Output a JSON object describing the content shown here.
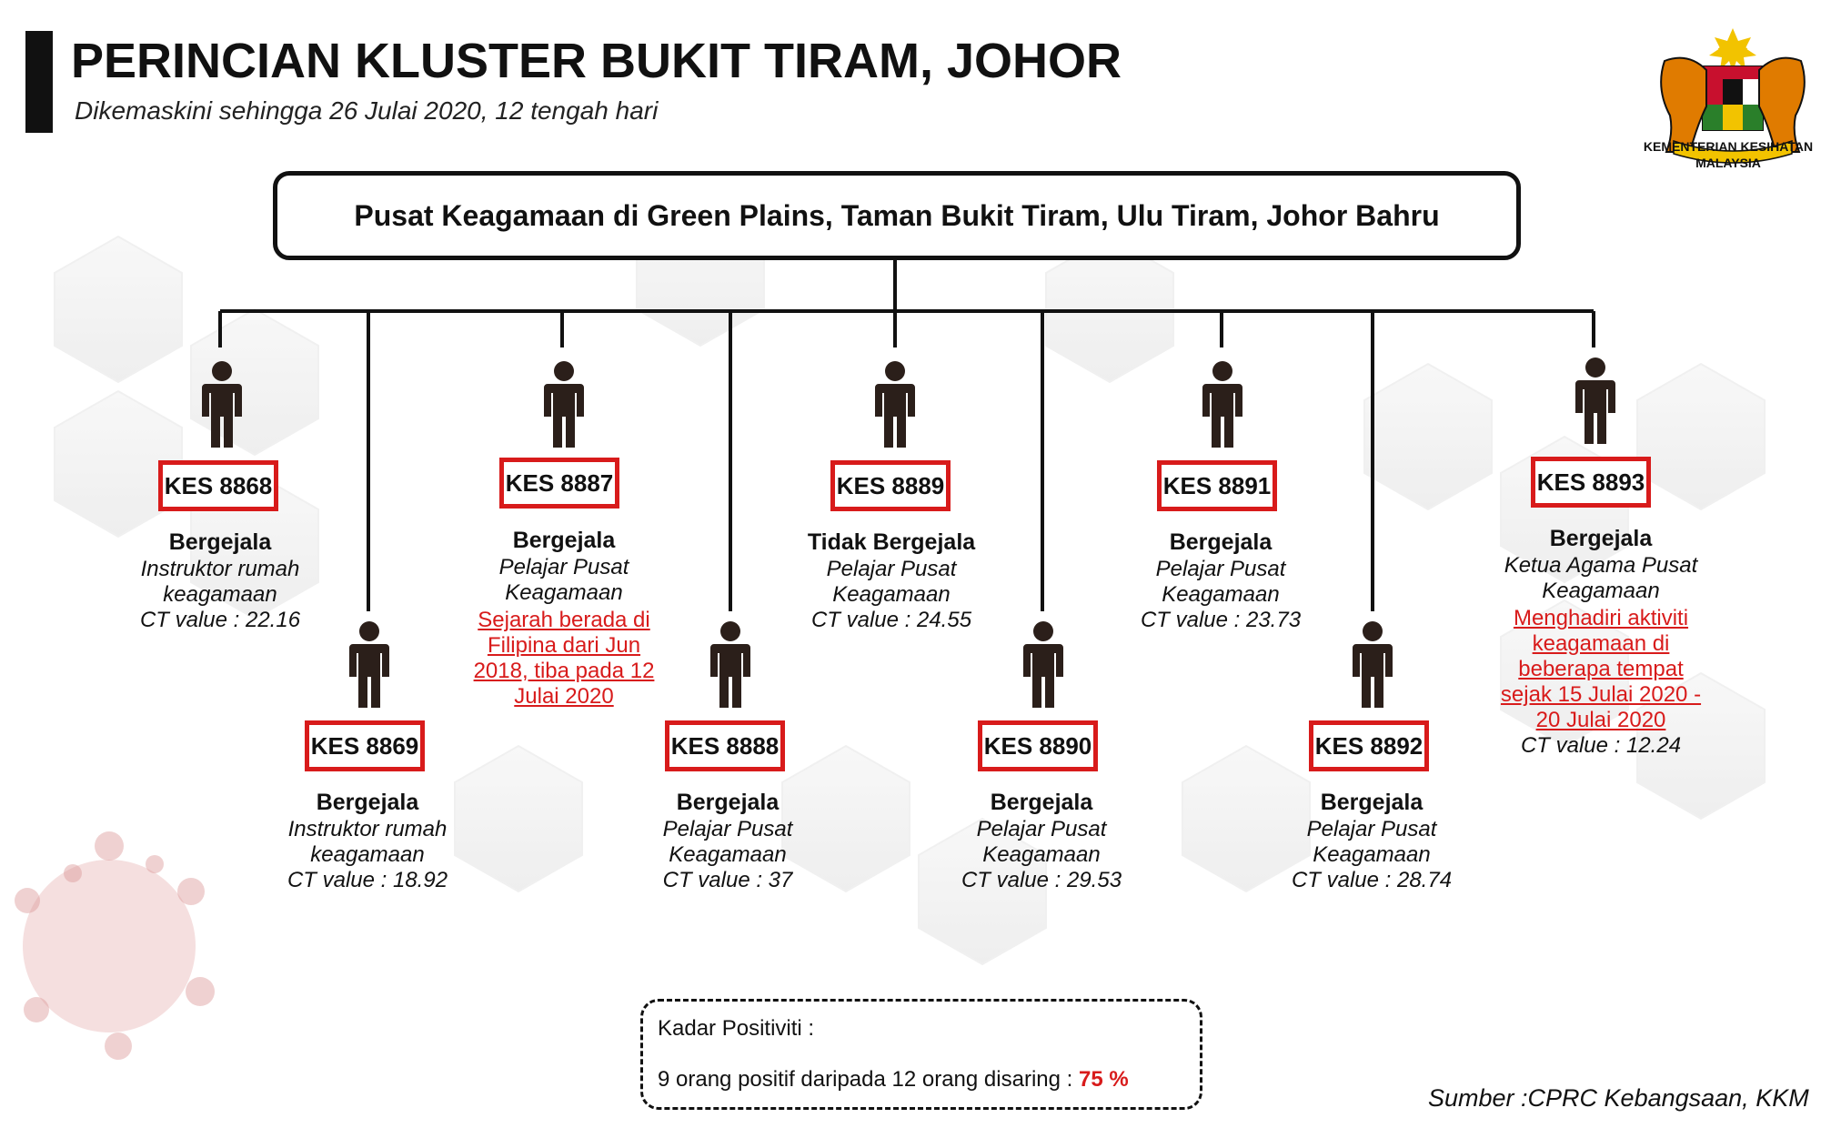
{
  "header": {
    "title": "PERINCIAN KLUSTER BUKIT TIRAM, JOHOR",
    "subtitle": "Dikemaskini sehingga 26 Julai 2020, 12 tengah hari"
  },
  "logo": {
    "icon": "malaysia-coat-of-arms",
    "line1": "KEMENTERIAN KESIHATAN",
    "line2": "MALAYSIA"
  },
  "root": {
    "label": "Pusat Keagamaan di Green Plains, Taman Bukit Tiram, Ulu Tiram, Johor Bahru"
  },
  "cases": [
    {
      "id": "KES 8868",
      "status": "Bergejala",
      "role_1": "Instruktor rumah",
      "role_2": "keagamaan",
      "note": "",
      "ct": "CT value : 22.16"
    },
    {
      "id": "KES 8869",
      "status": "Bergejala",
      "role_1": "Instruktor rumah",
      "role_2": "keagamaan",
      "note": "",
      "ct": "CT value : 18.92"
    },
    {
      "id": "KES 8887",
      "status": "Bergejala",
      "role_1": "Pelajar Pusat",
      "role_2": "Keagamaan",
      "note": "Sejarah berada di Filipina dari Jun 2018, tiba pada 12 Julai 2020",
      "ct": ""
    },
    {
      "id": "KES 8888",
      "status": "Bergejala",
      "role_1": "Pelajar Pusat",
      "role_2": "Keagamaan",
      "note": "",
      "ct": "CT value : 37"
    },
    {
      "id": "KES 8889",
      "status": "Tidak Bergejala",
      "role_1": "Pelajar Pusat",
      "role_2": "Keagamaan",
      "note": "",
      "ct": "CT value : 24.55"
    },
    {
      "id": "KES 8890",
      "status": "Bergejala",
      "role_1": "Pelajar Pusat",
      "role_2": "Keagamaan",
      "note": "",
      "ct": "CT value : 29.53"
    },
    {
      "id": "KES 8891",
      "status": "Bergejala",
      "role_1": "Pelajar Pusat",
      "role_2": "Keagamaan",
      "note": "",
      "ct": "CT value : 23.73"
    },
    {
      "id": "KES 8892",
      "status": "Bergejala",
      "role_1": "Pelajar Pusat",
      "role_2": "Keagamaan",
      "note": "",
      "ct": "CT value : 28.74"
    },
    {
      "id": "KES 8893",
      "status": "Bergejala",
      "role_1": "Ketua Agama Pusat",
      "role_2": "Keagamaan",
      "note": "Menghadiri aktiviti keagamaan di beberapa tempat sejak 15 Julai 2020 - 20 Julai 2020",
      "ct": "CT value : 12.24"
    }
  ],
  "positivity": {
    "label": "Kadar Positiviti :",
    "line": "9 orang positif daripada 12 orang disaring :",
    "value": "75 %"
  },
  "source": "Sumber :CPRC Kebangsaan,  KKM",
  "colors": {
    "case_border": "#d81b1b",
    "note_text": "#d81b1b",
    "line": "#111111"
  },
  "icons": {
    "person": "person-icon"
  }
}
